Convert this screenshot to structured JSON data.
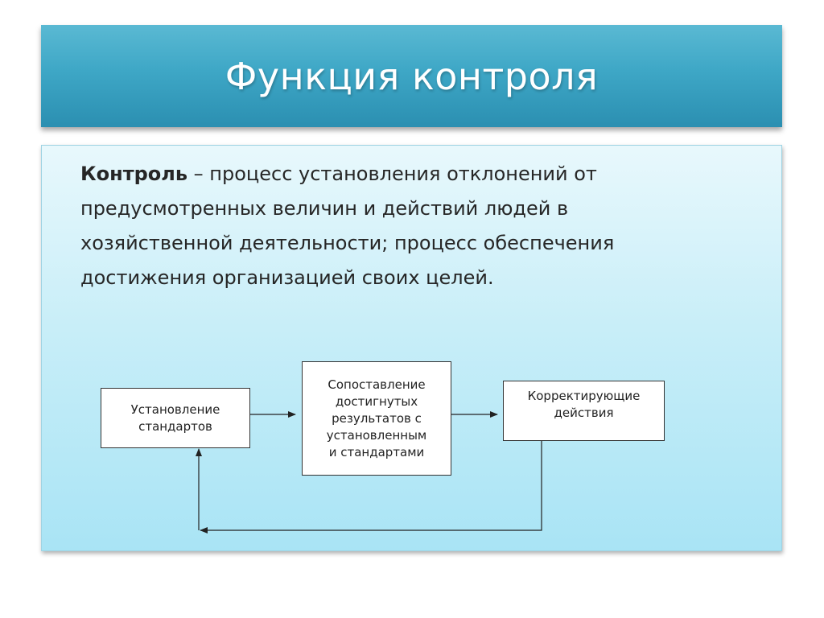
{
  "title": "Функция контроля",
  "definition": {
    "term": "Контроль",
    "text": " – процесс установления отклонений от предусмотренных величин и действий людей в хозяйственной деятельности; процесс обеспечения достижения организацией своих целей."
  },
  "diagram": {
    "nodes": [
      {
        "id": "standards",
        "label": "Установление\nстандартов"
      },
      {
        "id": "compare",
        "label": "Сопоставление\nдостигнутых\nрезультатов с\nустановленным\nи стандартами"
      },
      {
        "id": "correct",
        "label": "Корректирующие\nдействия"
      }
    ]
  },
  "colors": {
    "title_bar": "#3ea7c6",
    "content_bg": "#c8eef8",
    "arrow": "#222222"
  }
}
